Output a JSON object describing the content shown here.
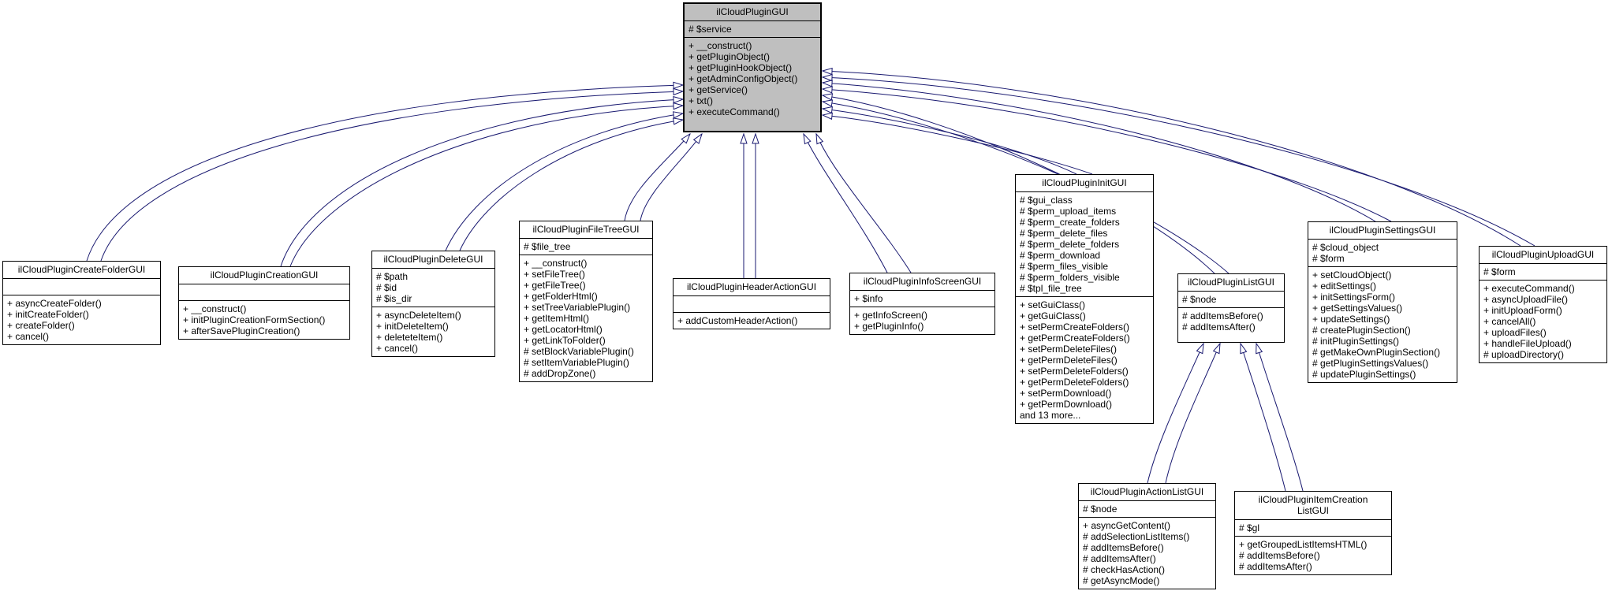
{
  "diagram": {
    "kind": "uml-inheritance-diagram",
    "colors": {
      "edge": "#191970",
      "base_class_fill": "#BFBFBF",
      "class_fill": "#FFFFFF",
      "border": "#000000",
      "text": "#000000"
    }
  },
  "classes": [
    {
      "id": "ilCloudPluginGUI",
      "name": "ilCloudPluginGUI",
      "attributes": [
        "# $service"
      ],
      "methods": [
        "+ __construct()",
        "+ getPluginObject()",
        "+ getPluginHookObject()",
        "+ getAdminConfigObject()",
        "+ getService()",
        "+ txt()",
        "+ executeCommand()"
      ]
    },
    {
      "id": "ilCloudPluginCreateFolderGUI",
      "name": "ilCloudPluginCreateFolderGUI",
      "attributes": [],
      "methods": [
        "+ asyncCreateFolder()",
        "+ initCreateFolder()",
        "+ createFolder()",
        "+ cancel()"
      ]
    },
    {
      "id": "ilCloudPluginCreationGUI",
      "name": "ilCloudPluginCreationGUI",
      "attributes": [],
      "methods": [
        "+ __construct()",
        "+ initPluginCreationFormSection()",
        "+ afterSavePluginCreation()"
      ]
    },
    {
      "id": "ilCloudPluginDeleteGUI",
      "name": "ilCloudPluginDeleteGUI",
      "attributes": [
        "# $path",
        "# $id",
        "# $is_dir"
      ],
      "methods": [
        "+ asyncDeleteItem()",
        "+ initDeleteItem()",
        "+ deleteteItem()",
        "+ cancel()"
      ]
    },
    {
      "id": "ilCloudPluginFileTreeGUI",
      "name": "ilCloudPluginFileTreeGUI",
      "attributes": [
        "# $file_tree"
      ],
      "methods": [
        "+ __construct()",
        "+ setFileTree()",
        "+ getFileTree()",
        "+ getFolderHtml()",
        "+ setTreeVariablePlugin()",
        "+ getItemHtml()",
        "+ getLocatorHtml()",
        "+ getLinkToFolder()",
        "# setBlockVariablePlugin()",
        "# setItemVariablePlugin()",
        "# addDropZone()"
      ]
    },
    {
      "id": "ilCloudPluginHeaderActionGUI",
      "name": "ilCloudPluginHeaderActionGUI",
      "attributes": [],
      "methods": [
        "+ addCustomHeaderAction()"
      ]
    },
    {
      "id": "ilCloudPluginInfoScreenGUI",
      "name": "ilCloudPluginInfoScreenGUI",
      "attributes": [
        "+ $info"
      ],
      "methods": [
        "+ getInfoScreen()",
        "+ getPluginInfo()"
      ]
    },
    {
      "id": "ilCloudPluginInitGUI",
      "name": "ilCloudPluginInitGUI",
      "attributes": [
        "# $gui_class",
        "# $perm_upload_items",
        "# $perm_create_folders",
        "# $perm_delete_files",
        "# $perm_delete_folders",
        "# $perm_download",
        "# $perm_files_visible",
        "# $perm_folders_visible",
        "# $tpl_file_tree"
      ],
      "methods": [
        "+ setGuiClass()",
        "+ getGuiClass()",
        "+ setPermCreateFolders()",
        "+ getPermCreateFolders()",
        "+ setPermDeleteFiles()",
        "+ getPermDeleteFiles()",
        "+ setPermDeleteFolders()",
        "+ getPermDeleteFolders()",
        "+ setPermDownload()",
        "+ getPermDownload()",
        "and 13 more..."
      ]
    },
    {
      "id": "ilCloudPluginListGUI",
      "name": "ilCloudPluginListGUI",
      "attributes": [
        "# $node"
      ],
      "methods": [
        "# addItemsBefore()",
        "# addItemsAfter()"
      ]
    },
    {
      "id": "ilCloudPluginSettingsGUI",
      "name": "ilCloudPluginSettingsGUI",
      "attributes": [
        "# $cloud_object",
        "# $form"
      ],
      "methods": [
        "+ setCloudObject()",
        "+ editSettings()",
        "+ initSettingsForm()",
        "+ getSettingsValues()",
        "+ updateSettings()",
        "# createPluginSection()",
        "# initPluginSettings()",
        "# getMakeOwnPluginSection()",
        "# getPluginSettingsValues()",
        "# updatePluginSettings()"
      ]
    },
    {
      "id": "ilCloudPluginUploadGUI",
      "name": "ilCloudPluginUploadGUI",
      "attributes": [
        "# $form"
      ],
      "methods": [
        "+ executeCommand()",
        "+ asyncUploadFile()",
        "+ initUploadForm()",
        "+ cancelAll()",
        "+ uploadFiles()",
        "+ handleFileUpload()",
        "# uploadDirectory()"
      ]
    },
    {
      "id": "ilCloudPluginActionListGUI",
      "name": "ilCloudPluginActionListGUI",
      "attributes": [
        "# $node"
      ],
      "methods": [
        "+ asyncGetContent()",
        "# addSelectionListItems()",
        "# addItemsBefore()",
        "# addItemsAfter()",
        "# checkHasAction()",
        "# getAsyncMode()"
      ]
    },
    {
      "id": "ilCloudPluginItemCreationListGUI",
      "name": "ilCloudPluginItemCreation\nListGUI",
      "attributes": [
        "# $gl"
      ],
      "methods": [
        "+ getGroupedListItemsHTML()",
        "# addItemsBefore()",
        "# addItemsAfter()"
      ]
    }
  ],
  "inheritance": [
    {
      "derived": "ilCloudPluginCreateFolderGUI",
      "base": "ilCloudPluginGUI"
    },
    {
      "derived": "ilCloudPluginCreationGUI",
      "base": "ilCloudPluginGUI"
    },
    {
      "derived": "ilCloudPluginDeleteGUI",
      "base": "ilCloudPluginGUI"
    },
    {
      "derived": "ilCloudPluginFileTreeGUI",
      "base": "ilCloudPluginGUI"
    },
    {
      "derived": "ilCloudPluginHeaderActionGUI",
      "base": "ilCloudPluginGUI"
    },
    {
      "derived": "ilCloudPluginInfoScreenGUI",
      "base": "ilCloudPluginGUI"
    },
    {
      "derived": "ilCloudPluginInitGUI",
      "base": "ilCloudPluginGUI"
    },
    {
      "derived": "ilCloudPluginListGUI",
      "base": "ilCloudPluginGUI"
    },
    {
      "derived": "ilCloudPluginSettingsGUI",
      "base": "ilCloudPluginGUI"
    },
    {
      "derived": "ilCloudPluginUploadGUI",
      "base": "ilCloudPluginGUI"
    },
    {
      "derived": "ilCloudPluginActionListGUI",
      "base": "ilCloudPluginListGUI"
    },
    {
      "derived": "ilCloudPluginItemCreationListGUI",
      "base": "ilCloudPluginListGUI"
    }
  ]
}
